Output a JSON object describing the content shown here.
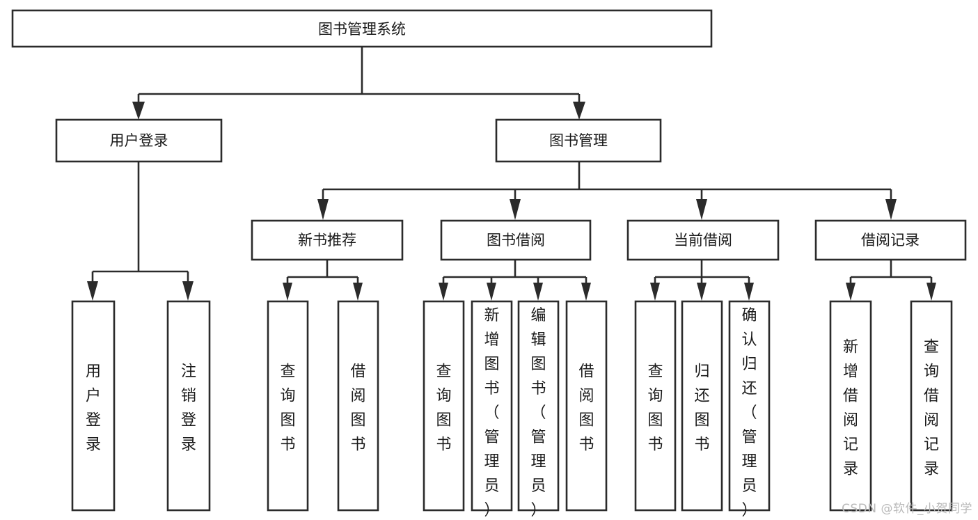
{
  "diagram": {
    "type": "tree-hierarchy",
    "title": "图书管理系统",
    "watermark": "CSDN @软件_小贺同学",
    "colors": {
      "stroke": "#2b2b2b",
      "fill": "#ffffff",
      "text": "#1a1a1a",
      "watermark": "#b9b9b9"
    },
    "root": {
      "label": "图书管理系统",
      "orientation": "horizontal"
    },
    "level2": [
      {
        "id": "user-login",
        "label": "用户登录",
        "orientation": "horizontal"
      },
      {
        "id": "book-manage",
        "label": "图书管理",
        "orientation": "horizontal"
      }
    ],
    "level3": [
      {
        "id": "new-book-recommend",
        "label": "新书推荐",
        "orientation": "horizontal",
        "parent": "book-manage"
      },
      {
        "id": "book-borrow",
        "label": "图书借阅",
        "orientation": "horizontal",
        "parent": "book-manage"
      },
      {
        "id": "current-borrow",
        "label": "当前借阅",
        "orientation": "horizontal",
        "parent": "book-manage"
      },
      {
        "id": "borrow-record",
        "label": "借阅记录",
        "orientation": "horizontal",
        "parent": "book-manage"
      }
    ],
    "leaves": [
      {
        "id": "leaf-user-login",
        "label": "用户登录",
        "parent": "user-login",
        "orientation": "vertical",
        "align": "middle"
      },
      {
        "id": "leaf-logout",
        "label": "注销登录",
        "parent": "user-login",
        "orientation": "vertical",
        "align": "middle"
      },
      {
        "id": "leaf-query-book-1",
        "label": "查询图书",
        "parent": "new-book-recommend",
        "orientation": "vertical",
        "align": "middle"
      },
      {
        "id": "leaf-borrow-book-1",
        "label": "借阅图书",
        "parent": "new-book-recommend",
        "orientation": "vertical",
        "align": "middle"
      },
      {
        "id": "leaf-query-book-2",
        "label": "查询图书",
        "parent": "book-borrow",
        "orientation": "vertical",
        "align": "middle"
      },
      {
        "id": "leaf-add-book",
        "label": "新增图书（管理员）",
        "parent": "book-borrow",
        "orientation": "vertical",
        "align": "top"
      },
      {
        "id": "leaf-edit-book",
        "label": "编辑图书（管理员）",
        "parent": "book-borrow",
        "orientation": "vertical",
        "align": "top"
      },
      {
        "id": "leaf-borrow-book-2",
        "label": "借阅图书",
        "parent": "book-borrow",
        "orientation": "vertical",
        "align": "middle"
      },
      {
        "id": "leaf-query-book-3",
        "label": "查询图书",
        "parent": "current-borrow",
        "orientation": "vertical",
        "align": "middle"
      },
      {
        "id": "leaf-return-book",
        "label": "归还图书",
        "parent": "current-borrow",
        "orientation": "vertical",
        "align": "middle"
      },
      {
        "id": "leaf-confirm-return",
        "label": "确认归还（管理员）",
        "parent": "current-borrow",
        "orientation": "vertical",
        "align": "top"
      },
      {
        "id": "leaf-add-record",
        "label": "新增借阅记录",
        "parent": "borrow-record",
        "orientation": "vertical",
        "align": "middle"
      },
      {
        "id": "leaf-query-record",
        "label": "查询借阅记录",
        "parent": "borrow-record",
        "orientation": "vertical",
        "align": "middle"
      }
    ]
  }
}
